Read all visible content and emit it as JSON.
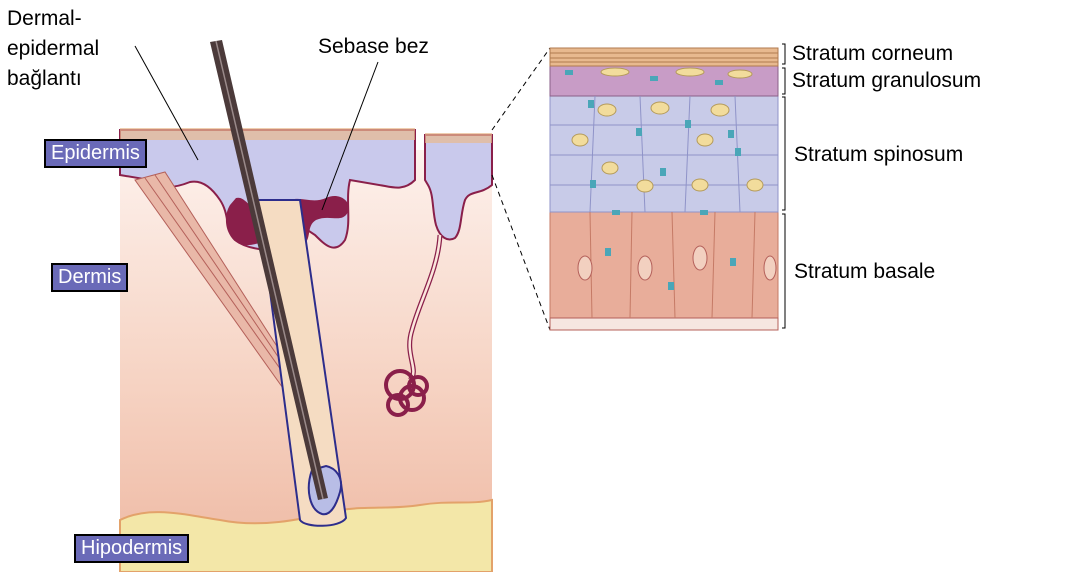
{
  "labels": {
    "dermal_line1": "Dermal-",
    "dermal_line2": "epidermal",
    "dermal_line3": "bağlantı",
    "sebase": "Sebase bez",
    "epidermis": "Epidermis",
    "dermis": "Dermis",
    "hipodermis": "Hipodermis",
    "stratum_corneum": "Stratum corneum",
    "stratum_granulosum": "Stratum granulosum",
    "stratum_spinosum": "Stratum spinosum",
    "stratum_basale": "Stratum basale"
  },
  "colors": {
    "label_box": "#6a6ab8",
    "epidermis": "#c9c9ec",
    "dermis": "#f3c9b6",
    "hypodermis": "#f3e7a8",
    "basale_cells": "#e8ad9a",
    "spinosum_cells": "#c8cbe8",
    "corneum": "#e8b98f",
    "granulosum": "#c89cc6",
    "membrane": "#8a1f4a"
  }
}
